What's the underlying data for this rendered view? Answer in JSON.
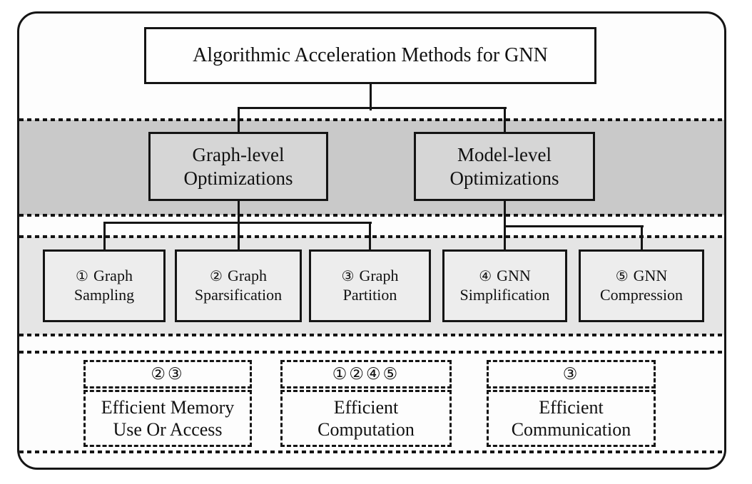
{
  "diagram": {
    "title": "Algorithmic Acceleration Methods for GNN",
    "level2": [
      {
        "line1": "Graph-level",
        "line2": "Optimizations"
      },
      {
        "line1": "Model-level",
        "line2": "Optimizations"
      }
    ],
    "level3": [
      {
        "num": "①",
        "line1": "Graph",
        "line2": "Sampling"
      },
      {
        "num": "②",
        "line1": "Graph",
        "line2": "Sparsification"
      },
      {
        "num": "③",
        "line1": "Graph",
        "line2": "Partition"
      },
      {
        "num": "④",
        "line1": "GNN",
        "line2": "Simplification"
      },
      {
        "num": "⑤",
        "line1": "GNN",
        "line2": "Compression"
      }
    ],
    "goals": [
      {
        "refs": "②③",
        "line1": "Efficient Memory",
        "line2": "Use Or Access"
      },
      {
        "refs": "①②④⑤",
        "line1": "Efficient",
        "line2": "Computation"
      },
      {
        "refs": "③",
        "line1": "Efficient",
        "line2": "Communication"
      }
    ],
    "colors": {
      "mid_band": "#c9c9c9",
      "light_band": "#e5e5e5",
      "level2_fill": "#d6d6d6",
      "level3_fill": "#ededed",
      "line": "#141414",
      "background": "#fdfdfd"
    }
  }
}
